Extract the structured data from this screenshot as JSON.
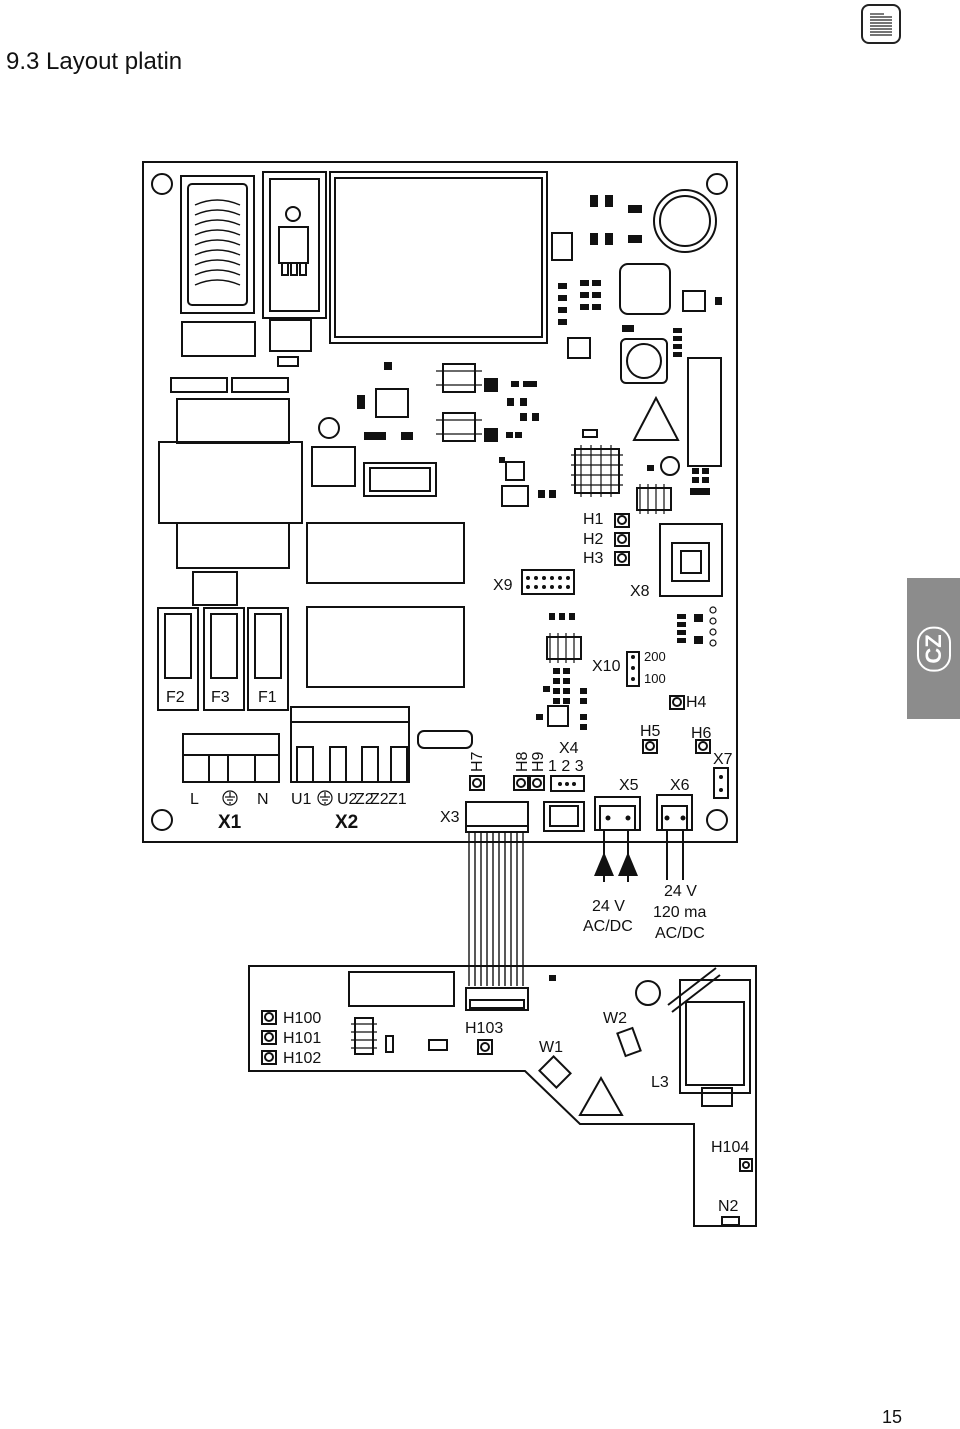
{
  "page": {
    "title": "9.3 Layout platin",
    "language_tab": "CZ",
    "page_number": "15"
  },
  "labels": {
    "H1": "H1",
    "H2": "H2",
    "H3": "H3",
    "H4": "H4",
    "H5": "H5",
    "H6": "H6",
    "H7": "H7",
    "H8": "H8",
    "H9": "H9",
    "X1": "X1",
    "X2": "X2",
    "X3": "X3",
    "X4": "X4",
    "X4_pins": "1 2 3",
    "X5": "X5",
    "X6": "X6",
    "X7": "X7",
    "X8": "X8",
    "X9": "X9",
    "X10": "X10",
    "r200": "200",
    "r100": "100",
    "F1": "F1",
    "F2": "F2",
    "F3": "F3",
    "L": "L",
    "N": "N",
    "U1": "U1",
    "U2": "U2",
    "Z2": "Z2",
    "Z2b": "Z2",
    "Z1": "Z1",
    "H100": "H100",
    "H101": "H101",
    "H102": "H102",
    "H103": "H103",
    "H104": "H104",
    "W1": "W1",
    "W2": "W2",
    "L3": "L3",
    "N2": "N2",
    "x5_volt": "24 V",
    "x5_type": "AC/DC",
    "x6_volt": "24 V",
    "x6_curr": "120 ma",
    "x6_type": "AC/DC"
  }
}
